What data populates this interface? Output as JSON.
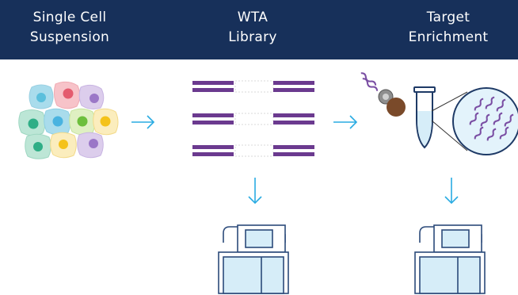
{
  "steps": [
    {
      "line1": "Single Cell",
      "line2": "Suspension"
    },
    {
      "line1": "WTA",
      "line2": "Library"
    },
    {
      "line1": "Target",
      "line2": "Enrichment"
    }
  ],
  "colors": {
    "header_bg": "#17305a",
    "header_text": "#ffffff",
    "arrow": "#29abe2",
    "library_purple": "#6b3a8f",
    "sequencer_outline": "#2b4a7a",
    "sequencer_fill": "#d6edf8"
  },
  "icons": [
    "cell-cluster-icon",
    "arrow-right-icon",
    "library-fragments-icon",
    "arrow-down-icon",
    "sequencer-icon",
    "bead-probe-icon",
    "tube-icon",
    "magnified-sample-icon"
  ]
}
